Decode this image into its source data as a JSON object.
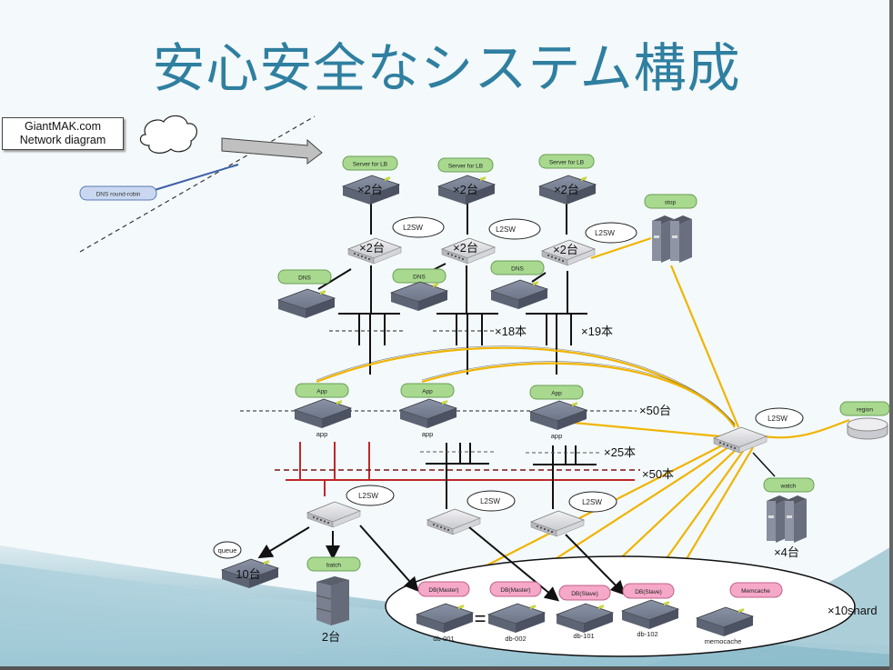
{
  "title": "安心安全なシステム構成",
  "legend": {
    "line1": "GiantMAK.com",
    "line2": "Network diagram"
  },
  "colors": {
    "title": "#2f7fa0",
    "green_tag": "#a8d98f",
    "pink_tag": "#f5a8c8",
    "fiber": "#f0b400",
    "red_net": "#c0282a"
  },
  "internet": {
    "cloud_icon": "cloud-icon",
    "dns_round_robin": "DNS round-robin"
  },
  "lb_groups": [
    {
      "tag": "Server for LB",
      "count": "×2台",
      "switch_label": "L2SW",
      "switch_count": "×2台",
      "dns_tag": "DNS"
    },
    {
      "tag": "Server for LB",
      "count": "×2台",
      "switch_label": "L2SW",
      "switch_count": "×2台",
      "dns_tag": "DNS"
    },
    {
      "tag": "Server for LB",
      "count": "×2台",
      "switch_label": "L2SW",
      "switch_count": "×2台",
      "dns_tag": "DNS"
    }
  ],
  "uplinks": {
    "x18": "×18本",
    "x19": "×19本"
  },
  "stop": {
    "tag": "stop"
  },
  "app_servers": [
    {
      "tag": "App",
      "name": "app"
    },
    {
      "tag": "App",
      "name": "app"
    },
    {
      "tag": "App",
      "name": "app"
    }
  ],
  "app_count": "×50台",
  "app_links": {
    "x25": "×25本",
    "x50": "×50本"
  },
  "backend_switches": [
    {
      "label": "L2SW"
    },
    {
      "label": "L2SW"
    },
    {
      "label": "L2SW"
    }
  ],
  "core_switch": {
    "label": "L2SW"
  },
  "region": {
    "tag": "region"
  },
  "watch": {
    "tag": "watch",
    "count": "×4台"
  },
  "queue": {
    "label": "queue",
    "count": "10台"
  },
  "batch": {
    "tag": "batch",
    "count": "2台"
  },
  "shard": {
    "count": "×10shard",
    "db": [
      {
        "tag": "DB(Master)",
        "name": "db-001"
      },
      {
        "tag": "DB(Master)",
        "name": "db-002"
      },
      {
        "tag": "DB(Slave)",
        "name": "db-101"
      },
      {
        "tag": "DB(Slave)",
        "name": "db-102"
      }
    ],
    "equals": "=",
    "memcache": {
      "tag": "Memcache",
      "name": "memocache"
    }
  }
}
